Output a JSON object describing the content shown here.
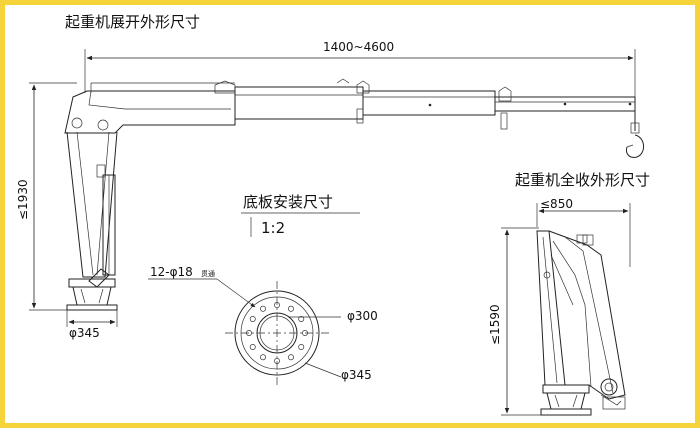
{
  "titles": {
    "extended": "起重机展开外形尺寸",
    "base": "底板安装尺寸",
    "scale": "1:2",
    "folded": "起重机全收外形尺寸"
  },
  "dimensions": {
    "reach": "1400~4600",
    "height_extended": "≤1930",
    "base_dia_left": "φ345",
    "folded_width": "≤850",
    "folded_height": "≤1590",
    "bolt_holes": "12-φ18",
    "bolt_hole_suffix": "贯通",
    "inner_dia": "φ300",
    "outer_dia": "φ345"
  },
  "colors": {
    "border": "#f5d33a",
    "line": "#222222"
  }
}
